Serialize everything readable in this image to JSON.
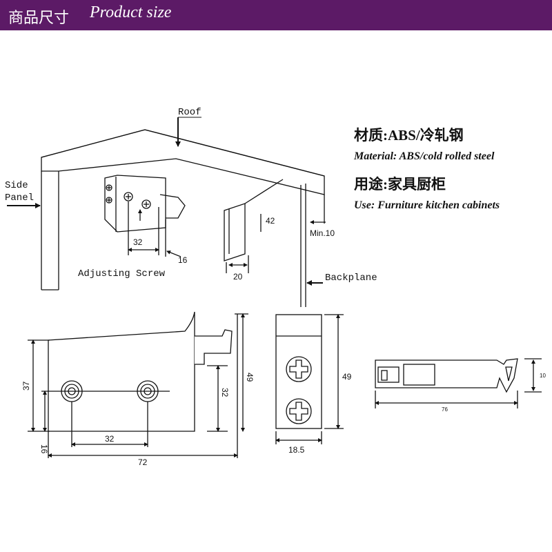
{
  "header": {
    "title_cn": "商品尺寸",
    "title_en": "Product size",
    "background": "#5c1a66",
    "text_color": "#ffffff"
  },
  "specs": {
    "material_cn": "材质:ABS/冷轧钢",
    "material_en": "Material: ABS/cold rolled steel",
    "use_cn": "用途:家具厨柜",
    "use_en": "Use: Furniture kitchen cabinets"
  },
  "install": {
    "roof": "Roof",
    "side": "Side",
    "panel": "Panel",
    "backplane": "Backplane",
    "adjusting_screw": "Adjusting Screw",
    "min10": "Min.10",
    "d32": "32",
    "d16": "16",
    "d20": "20",
    "d42": "42"
  },
  "side_view": {
    "d37": "37",
    "d16": "16",
    "d32": "32",
    "d72": "72",
    "d32v": "32",
    "d49": "49"
  },
  "front_view": {
    "d49": "49",
    "d18_5": "18.5"
  },
  "top_view": {
    "d10": "10",
    "d76": "76"
  },
  "icons": [
    "arrow-icon",
    "screw-icon",
    "hook-icon"
  ]
}
